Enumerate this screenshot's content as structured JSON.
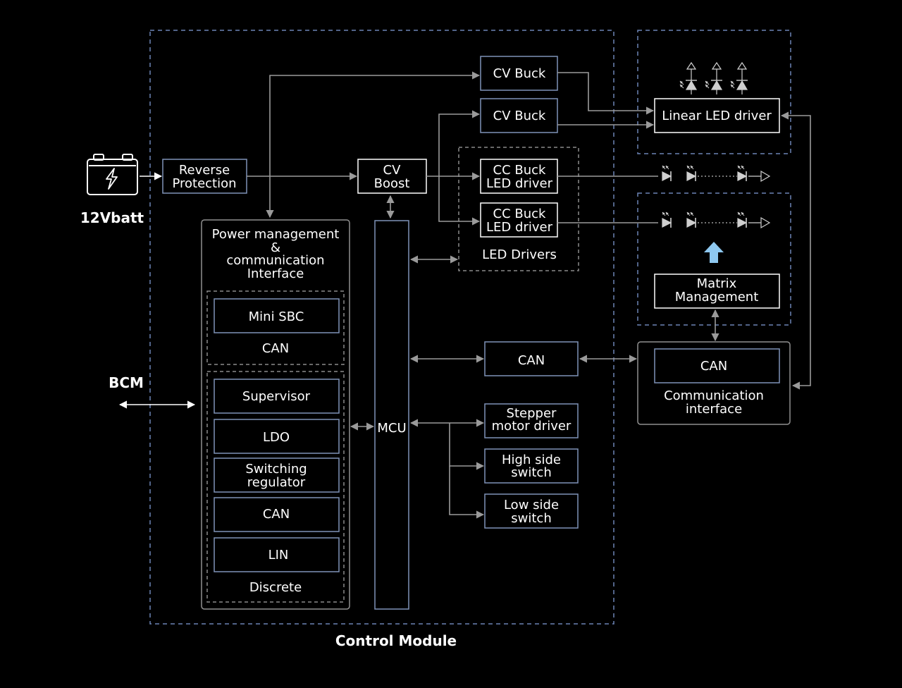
{
  "labels": {
    "battery": "12Vbatt",
    "bcm": "BCM",
    "control_module": "Control Module",
    "reverse_protection": [
      "Reverse",
      "Protection"
    ],
    "cv_buck_1": "CV Buck",
    "cv_buck_2": "CV Buck",
    "cv_boost": [
      "CV",
      "Boost"
    ],
    "cc_buck_1": [
      "CC Buck",
      "LED driver"
    ],
    "cc_buck_2": [
      "CC Buck",
      "LED driver"
    ],
    "led_drivers": "LED Drivers",
    "linear_led_driver": "Linear LED driver",
    "matrix_management": [
      "Matrix",
      "Management"
    ],
    "can_mid": "CAN",
    "can_comm": "CAN",
    "comm_interface": [
      "Communication",
      "interface"
    ],
    "power_mgmt": [
      "Power management",
      "&",
      "communication",
      "Interface"
    ],
    "mini_sbc": "Mini SBC",
    "can_sbc": "CAN",
    "supervisor": "Supervisor",
    "ldo": "LDO",
    "switching_regulator": [
      "Switching",
      "regulator"
    ],
    "can_discrete": "CAN",
    "lin": "LIN",
    "discrete": "Discrete",
    "mcu": "MCU",
    "stepper": [
      "Stepper",
      "motor driver"
    ],
    "high_side": [
      "High side",
      "switch"
    ],
    "low_side": [
      "Low side",
      "switch"
    ]
  },
  "colors": {
    "background": "#000000",
    "block_border": "#7f93b8",
    "module_dashed_border": "#6c84b6",
    "wire": "#9a9a9a",
    "matrix_arrow": "#8ec8f0"
  },
  "icons": {
    "battery": "battery-bolt-icon",
    "led": "led-diode-icon",
    "matrix_arrow": "up-arrow-icon"
  }
}
